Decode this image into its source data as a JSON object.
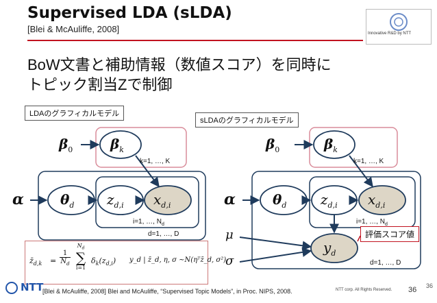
{
  "slide": {
    "title": "Supervised LDA (sLDA)",
    "subtitle": "[Blei & McAuliffe, 2008]",
    "logo_text": "Innovative R&D by NTT",
    "headline_line1": "BoW文書と補助情報（数値スコア）を同時に",
    "headline_line2": "トピック割当Zで制御",
    "page_number": "36",
    "page_number_small": "36"
  },
  "lda": {
    "tag": "LDAのグラフィカルモデル",
    "nodes": {
      "beta0": "β",
      "beta0_sub": "0",
      "betak": "β",
      "betak_sub": "k",
      "alpha": "α",
      "theta": "θ",
      "theta_sub": "d",
      "z": "z",
      "z_sub": "d,i",
      "x": "x",
      "x_sub": "d,i"
    },
    "plates": {
      "k": "k=1, …, K",
      "i": "i=1, …, N",
      "i_sub": "d",
      "d": "d=1, …, D"
    }
  },
  "slda": {
    "tag": "sLDAのグラフィカルモデル",
    "score_tag": "評価スコア値",
    "nodes": {
      "beta0": "β",
      "beta0_sub": "0",
      "betak": "β",
      "betak_sub": "k",
      "alpha": "α",
      "theta": "θ",
      "theta_sub": "d",
      "z": "z",
      "z_sub": "d,i",
      "x": "x",
      "x_sub": "d,i",
      "mu": "μ",
      "sigma": "σ",
      "y": "y",
      "y_sub": "d"
    },
    "plates": {
      "k": "k=1, …, K",
      "i": "i=1, …, N",
      "i_sub": "d",
      "d": "d=1, …, D"
    }
  },
  "formula": {
    "lhs": "z̄",
    "lhs_sub": "d,k",
    "eq": "=",
    "frac_num": "1",
    "frac_den": "N",
    "frac_den_sub": "d",
    "sum_top": "N",
    "sum_top_sub": "d",
    "sum_bottom": "i=1",
    "delta": "δ",
    "delta_sub": "k",
    "delta_arg": "(z",
    "delta_arg_sub": "d,i",
    "delta_close": ")",
    "rhs": "y_d | z̄_d, η, σ ~N(ηᵀz̄_d, σ²)"
  },
  "footer": {
    "reference": "[Blei & McAuliffe, 2008] Blei and McAuliffe, “Supervised Topic Models”, in Proc. NIPS, 2008.",
    "copyright": "NTT corp. All Rights Reserved.",
    "company": "NTT"
  },
  "colors": {
    "accent_red": "#c1121f",
    "plate_blue": "#1f3b5c",
    "plate_pink": "#d98c9a",
    "observed_fill": "#ddd6c6"
  }
}
